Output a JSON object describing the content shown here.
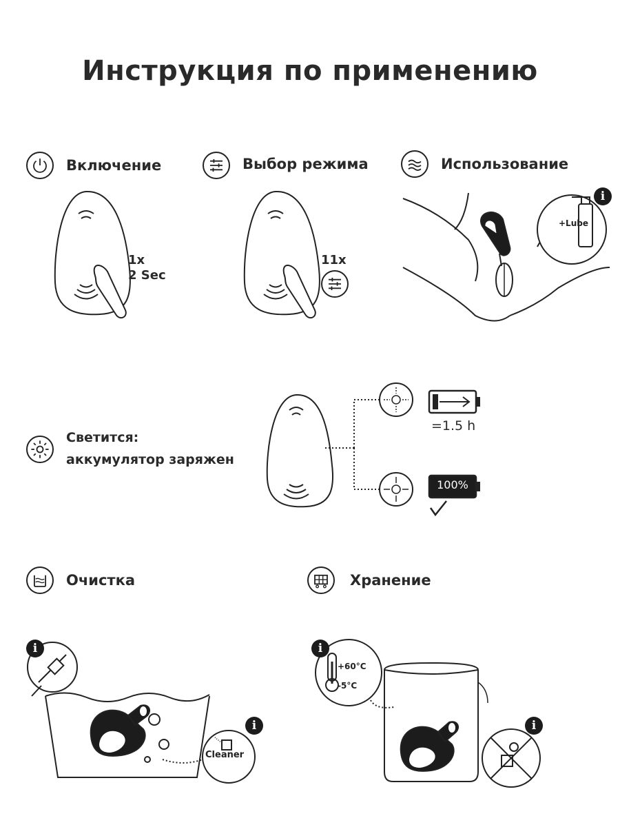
{
  "title": "Инструкция по применению",
  "sections": {
    "power": {
      "label": "Включение",
      "icon": "power-icon",
      "press": "1x",
      "duration": "2 Sec"
    },
    "mode": {
      "label": "Выбор режима",
      "icon": "mode-sliders-icon",
      "press": "11x"
    },
    "usage": {
      "label": "Использование",
      "icon": "waves-hand-icon",
      "lube": "+Lube"
    },
    "led": {
      "label": "Светится:",
      "sublabel": "аккумулятор заряжен",
      "icon": "light-icon",
      "battery_time": "=1.5 h",
      "battery_full": "100%"
    },
    "cleaning": {
      "label": "Очистка",
      "icon": "water-icon",
      "cleaner": "Cleaner"
    },
    "storage": {
      "label": "Хранение",
      "icon": "storage-cart-icon",
      "temp_high": "+60°C",
      "temp_low": "-5°C"
    }
  },
  "info_badge": "i"
}
